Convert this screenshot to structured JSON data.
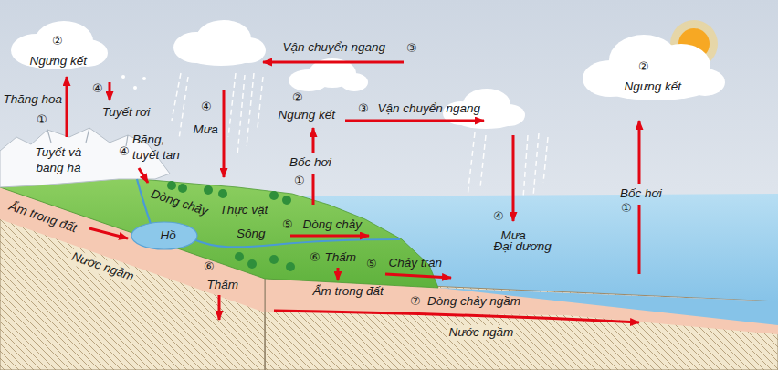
{
  "diagram": {
    "labels": [
      "②",
      "Vận chuyển ngang",
      "③",
      "Ngưng kết",
      "②",
      "Ngưng kết",
      "④",
      "②",
      "Thăng hoa",
      "④",
      "③",
      "Vận chuyển ngang",
      "Tuyết rơi",
      "Ngưng kết",
      "①",
      "Mưa",
      "Băng, tuyết tan",
      "④",
      "Tuyết và băng hà",
      "Bốc hơi",
      "①",
      "Bốc hơi",
      "Dòng chảy",
      "①",
      "Thực vật",
      "Ẩm trong đất",
      "④",
      "⑤",
      "Dòng chảy",
      "Mưa",
      "Sông",
      "Hồ",
      "Đại dương",
      "Nước ngầm",
      "⑥",
      "Thấm",
      "⑤",
      "Chảy tràn",
      "⑥",
      "Thấm",
      "Ẩm trong đất",
      "⑦",
      "Dòng chảy ngầm",
      "Nước ngầm"
    ]
  }
}
